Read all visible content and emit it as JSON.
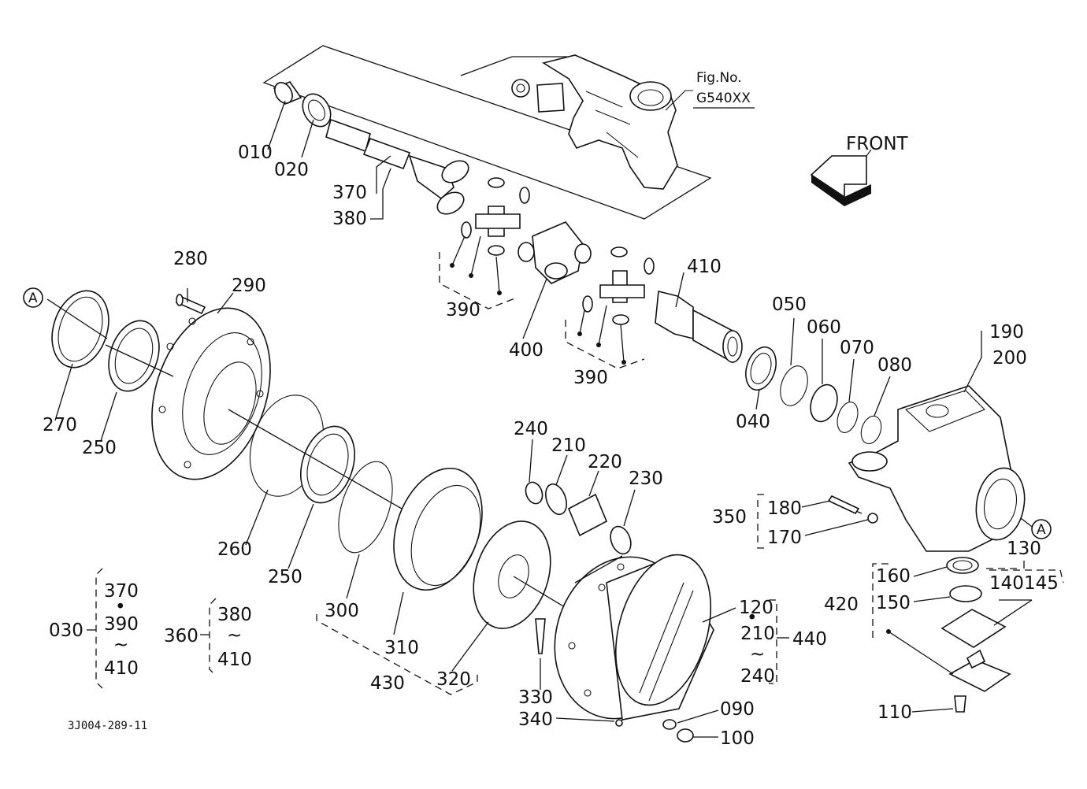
{
  "figure": {
    "ref_label": "Fig.No.",
    "ref_code": "G540XX",
    "front_label": "FRONT",
    "drawing_code": "3J004-289-11",
    "circle_ref": "A"
  },
  "parts": {
    "p010": "010",
    "p020": "020",
    "p370": "370",
    "p380": "380",
    "p390a": "390",
    "p390b": "390",
    "p400": "400",
    "p410": "410",
    "p280": "280",
    "p290": "290",
    "p270": "270",
    "p250a": "250",
    "p250b": "250",
    "p260": "260",
    "p300": "300",
    "p310": "310",
    "p320": "320",
    "p430": "430",
    "p240": "240",
    "p210": "210",
    "p220": "220",
    "p230": "230",
    "p040": "040",
    "p050": "050",
    "p060": "060",
    "p070": "070",
    "p080": "080",
    "p190": "190",
    "p200": "200",
    "p350": "350",
    "p180": "180",
    "p170": "170",
    "p130": "130",
    "p160": "160",
    "p140": "140",
    "p145": "145",
    "p420": "420",
    "p150": "150",
    "p120": "120",
    "p440": "440",
    "p330": "330",
    "p340": "340",
    "p090": "090",
    "p100": "100",
    "p110": "110"
  },
  "groups": {
    "g030": {
      "id": "030",
      "from": "370",
      "dot": "•",
      "mid": "390",
      "tilde": "~",
      "to": "410"
    },
    "g360": {
      "id": "360",
      "from": "380",
      "tilde": "~",
      "to": "410"
    },
    "g440": {
      "from": "210",
      "tilde": "~",
      "to": "240"
    }
  }
}
